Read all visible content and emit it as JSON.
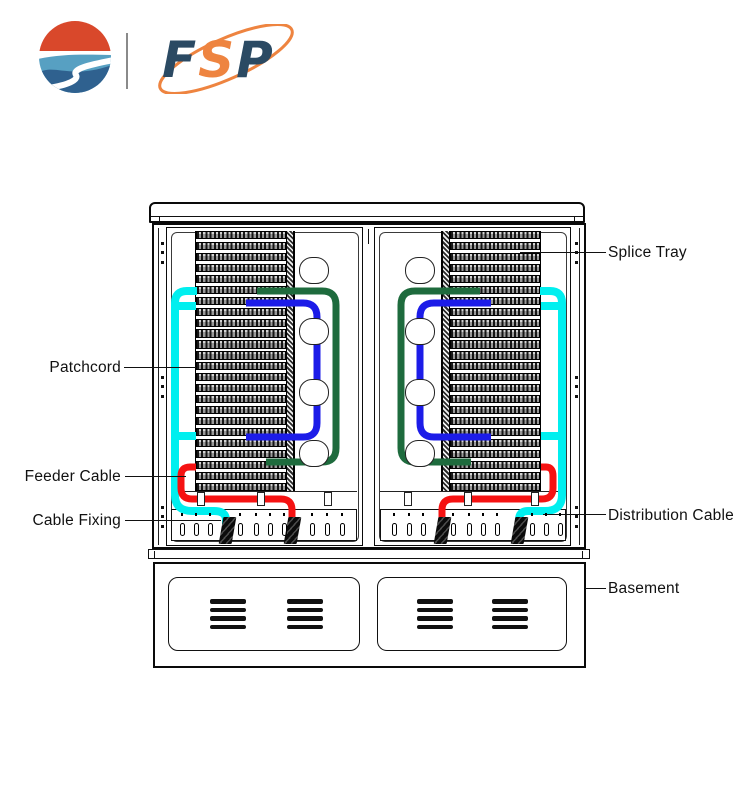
{
  "logo": {
    "brand": "FSP",
    "letters": [
      {
        "char": "F",
        "color": "#2B4A63"
      },
      {
        "char": "S",
        "color": "#EE8440"
      },
      {
        "char": "P",
        "color": "#2B4A63"
      }
    ],
    "ring_color": "#EE8440",
    "emblem_colors": {
      "red": "#D9482B",
      "light_blue": "#57A0C2",
      "dark_blue": "#2F618F",
      "white": "#FFFFFF"
    }
  },
  "labels": {
    "splice_tray": "Splice Tray",
    "patchcord": "Patchcord",
    "feeder_cable": "Feeder Cable",
    "cable_fixing": "Cable Fixing",
    "distribution_cable": "Distribution Cable",
    "basement": "Basement"
  },
  "diagram": {
    "doors": 2,
    "trays_per_door": 24,
    "guide_rings_per_door": 4,
    "rail_slots_per_door": 3,
    "fixing_holes_per_door": 10,
    "clamps_per_door": 2,
    "vent_groups": 4,
    "slats_per_vent": 4,
    "cable_colors": {
      "patchcord": "#00EFEF",
      "blue_jumper": "#1C1CE8",
      "green_jumper": "#1E6B3D",
      "feeder": "#F51212"
    }
  }
}
